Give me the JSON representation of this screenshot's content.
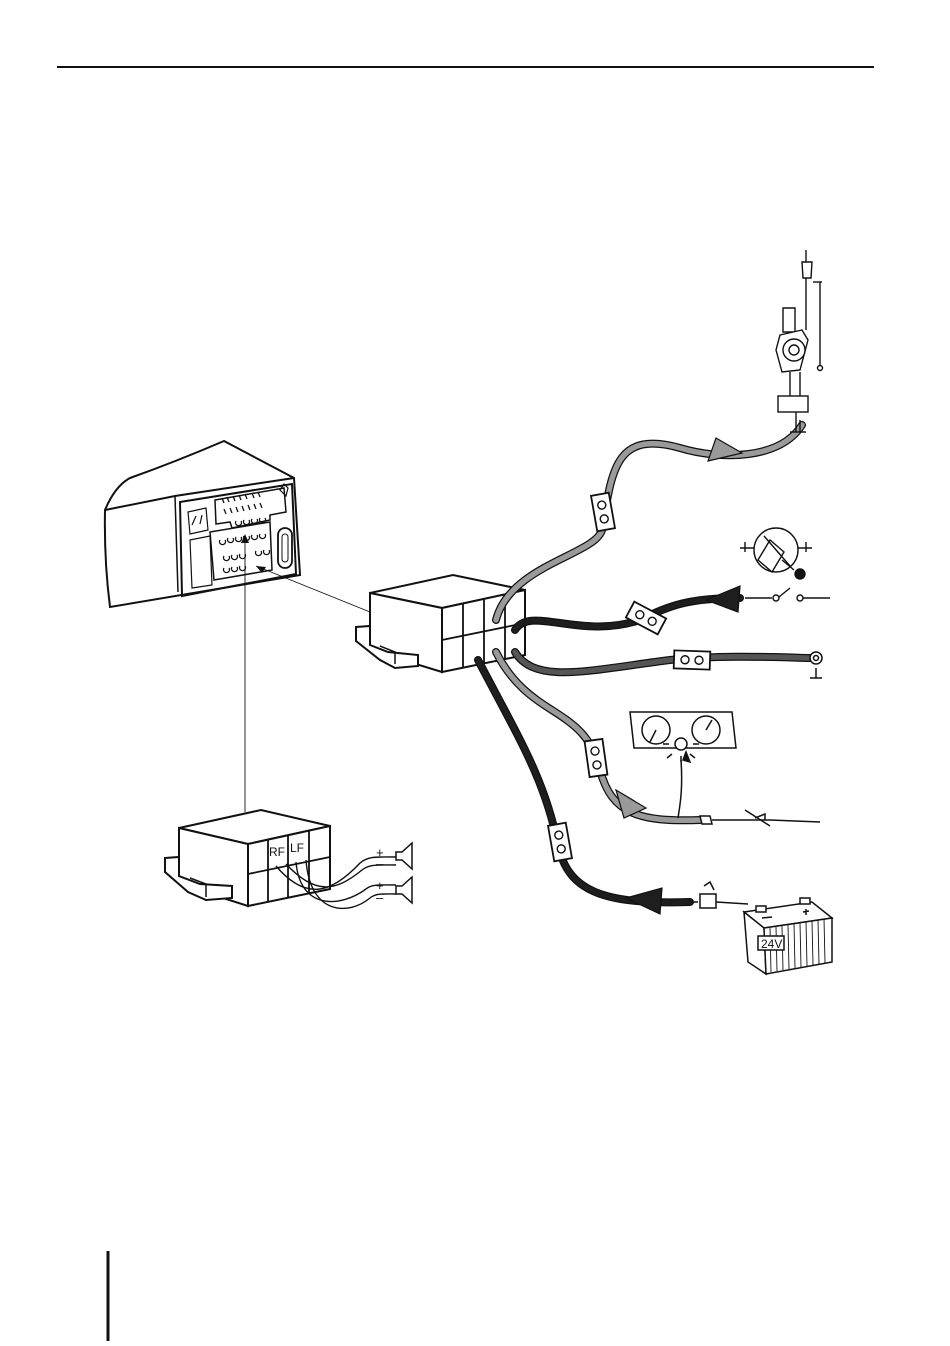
{
  "labels": {
    "speaker_rf": "RF",
    "speaker_lf": "LF",
    "plus_1": "+",
    "minus_1": "–",
    "plus_2": "+",
    "minus_2": "–",
    "battery_voltage": "24V"
  },
  "colors": {
    "line": "#111111",
    "wire_dark": "#1e1e1e",
    "wire_mid": "#555555",
    "wire_light": "#9a9a9a",
    "background": "#ffffff"
  },
  "icons": [
    "aerial-icon",
    "ignition-switch-icon",
    "ground-ring-icon",
    "instrument-panel-icon",
    "battery-icon",
    "speaker-icon",
    "fuse-icon",
    "arrow-icon"
  ]
}
